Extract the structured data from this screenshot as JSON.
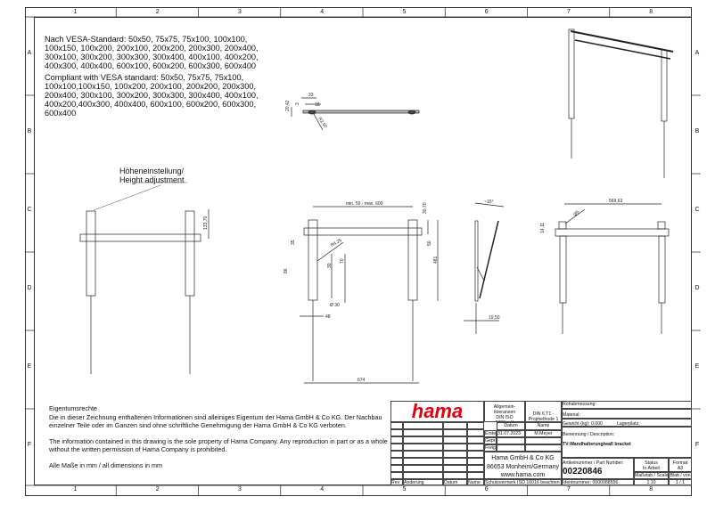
{
  "columns": [
    "1",
    "2",
    "3",
    "4",
    "5",
    "6",
    "7",
    "8"
  ],
  "rows": [
    "A",
    "B",
    "C",
    "D",
    "E",
    "F"
  ],
  "vesa_de": "Nach VESA-Standard: 50x50, 75x75, 75x100, 100x100, 100x150, 100x200, 200x100, 200x200, 200x300, 200x400, 300x100, 300x200, 300x300, 300x400, 400x100, 400x200, 400x300, 400x400, 600x100, 600x200, 600x300, 600x400",
  "vesa_en": "Compliant with VESA standard: 50x50, 75x75, 75x100, 100x100,100x150, 100x200, 200x100, 200x200, 200x300, 200x400, 300x100, 300x200, 300x300, 300x400, 400x100, 400x200,400x300, 400x400, 600x100, 600x200, 600x300, 600x400",
  "height_label_1": "Höheneinstellung/",
  "height_label_2": "Height adjustment",
  "dims": {
    "d_133": "133,70",
    "d_2042": "20,42",
    "d_3": "3",
    "d_33": "33",
    "d_18": "18",
    "d_r6": "R2,50",
    "d_minmax": "min. 50 - max. 600",
    "d_3070": "30,70",
    "d_50": "50",
    "d_481": "481",
    "d_35": "35",
    "d_r4": "R4,25",
    "d_30": "30",
    "d_70": "70",
    "d_86": "86",
    "d_o30": "Ø 30",
    "d_48": "48",
    "d_674": "674",
    "d_15": "~15°",
    "d_1950": "19,50",
    "d_56963": "569,63",
    "d_1411": "14,11",
    "d_o5": "Ø5"
  },
  "notes": {
    "title": "Eigentumsrechte",
    "de": "Die in dieser Zeichnung enthaltenen Informationen sind alleiniges Eigentum der Hama GmbH & Co KG. Der Nachbau einzelner Teile oder im Ganzen sind ohne schriftliche Genehmigung der Hama GmbH & Co KG verboten.",
    "en": "The information contained in this drawing is the sole property of Hama Company. Any reproduction in part or as a whole without the written permission of Hama Company is prohibited.",
    "units": "Alle Maße in mm   /   all dimensions in mm"
  },
  "title_block": {
    "logo": "hama",
    "logo_color": "#e3000f",
    "tolerances": "Allgemein-toleranzen DIN ISO 2768-mK",
    "projection": "DIN 6 T1 - Projmethode 1",
    "datum_h": "Datum",
    "name_h": "Name",
    "erstellt": "Erstellt",
    "erstellt_date": "31.07.2023",
    "erstellt_name": "M.Meyer",
    "gepr": "Gepr.",
    "freig": "Freig.",
    "company": "Hama GmbH & Co KG",
    "address": "86653 Monheim/Germany",
    "web": "www.hama.com",
    "rev": "Rev",
    "aenderung": "Änderung",
    "datum": "Datum",
    "name": "Name",
    "schutz": "Schutzvermerk ISO 16016 beachten",
    "rohabmessung": "Rohabmessung:",
    "material": "Material:",
    "gewicht": "Gewicht (kg): 0.000",
    "lagerplatz": "Lagerplatz:",
    "benennung": "Benennung / Description:",
    "description": "TV-Wandhalterung/wall bracket",
    "artikel_label": "Artikelnummer / Part Number:",
    "part_number": "00220846",
    "status_label": "Status",
    "status": "In Arbeit",
    "format_label": "Format",
    "format": "A3",
    "scale_label": "Maßstab / Scale",
    "scale": "1:10",
    "sheet_label": "Blatt / von",
    "sheet": "1  /  1",
    "ident": "Identnummer: 0000088556"
  }
}
